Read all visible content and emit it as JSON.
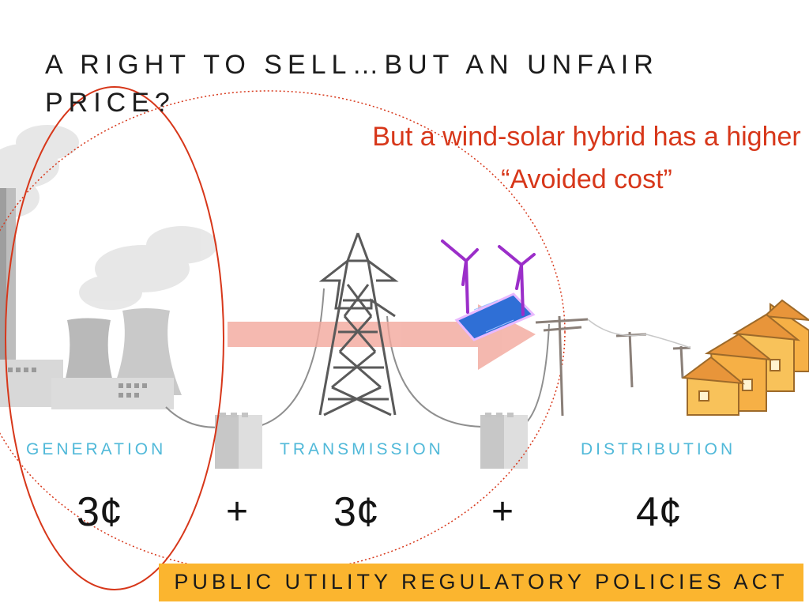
{
  "slide": {
    "title": "A RIGHT TO SELL…BUT AN UNFAIR PRICE?",
    "callout": "But a wind-solar hybrid has a higher “Avoided cost”",
    "stages": [
      {
        "label": "GENERATION",
        "price": "3¢"
      },
      {
        "label": "TRANSMISSION",
        "price": "3¢"
      },
      {
        "label": "DISTRIBUTION",
        "price": "4¢"
      }
    ],
    "operator": "+",
    "banner": "PUBLIC UTILITY REGULATORY POLICIES ACT"
  },
  "colors": {
    "accent_red": "#d7371a",
    "label_blue": "#51b9d9",
    "banner_yellow": "#fbb52f",
    "arrow_pink": "#f2a79c",
    "turbine_purple": "#9b2ec9",
    "solar_blue": "#2f6fd6",
    "house_orange": "#f6b046"
  },
  "icons": [
    "power-plant-icon",
    "transmission-tower-icon",
    "wind-solar-hybrid-icon",
    "transformer-icon",
    "distribution-poles-icon",
    "houses-icon",
    "flow-arrow-icon"
  ]
}
